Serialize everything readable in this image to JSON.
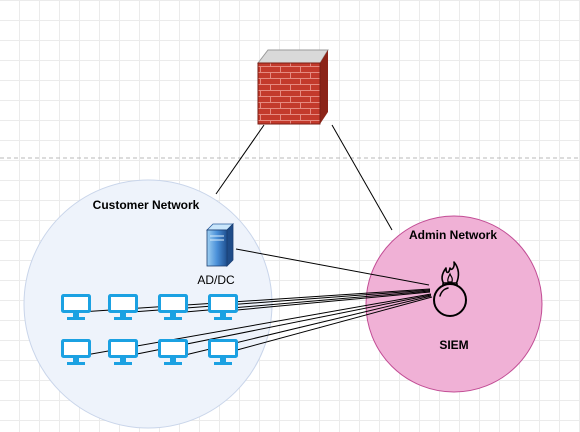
{
  "groups": {
    "customer": {
      "label": "Customer Network",
      "fill": "#eef3fb",
      "stroke": "#c9d5ea"
    },
    "admin": {
      "label": "Admin Network",
      "fill": "#f0b1d6",
      "stroke": "#c24d95"
    }
  },
  "nodes": {
    "firewall": {
      "icon": "firewall-icon"
    },
    "addc": {
      "label": "AD/DC",
      "icon": "server-icon"
    },
    "siem": {
      "label": "SIEM",
      "icon": "grenade-icon"
    },
    "workstations": {
      "icon": "monitor-icon",
      "count": 8,
      "color": "#1ba1e2"
    }
  },
  "colors": {
    "grid": "#ebebeb",
    "divider": "#b9b9b9",
    "edge": "#000000",
    "brick": "#c33a2c"
  }
}
